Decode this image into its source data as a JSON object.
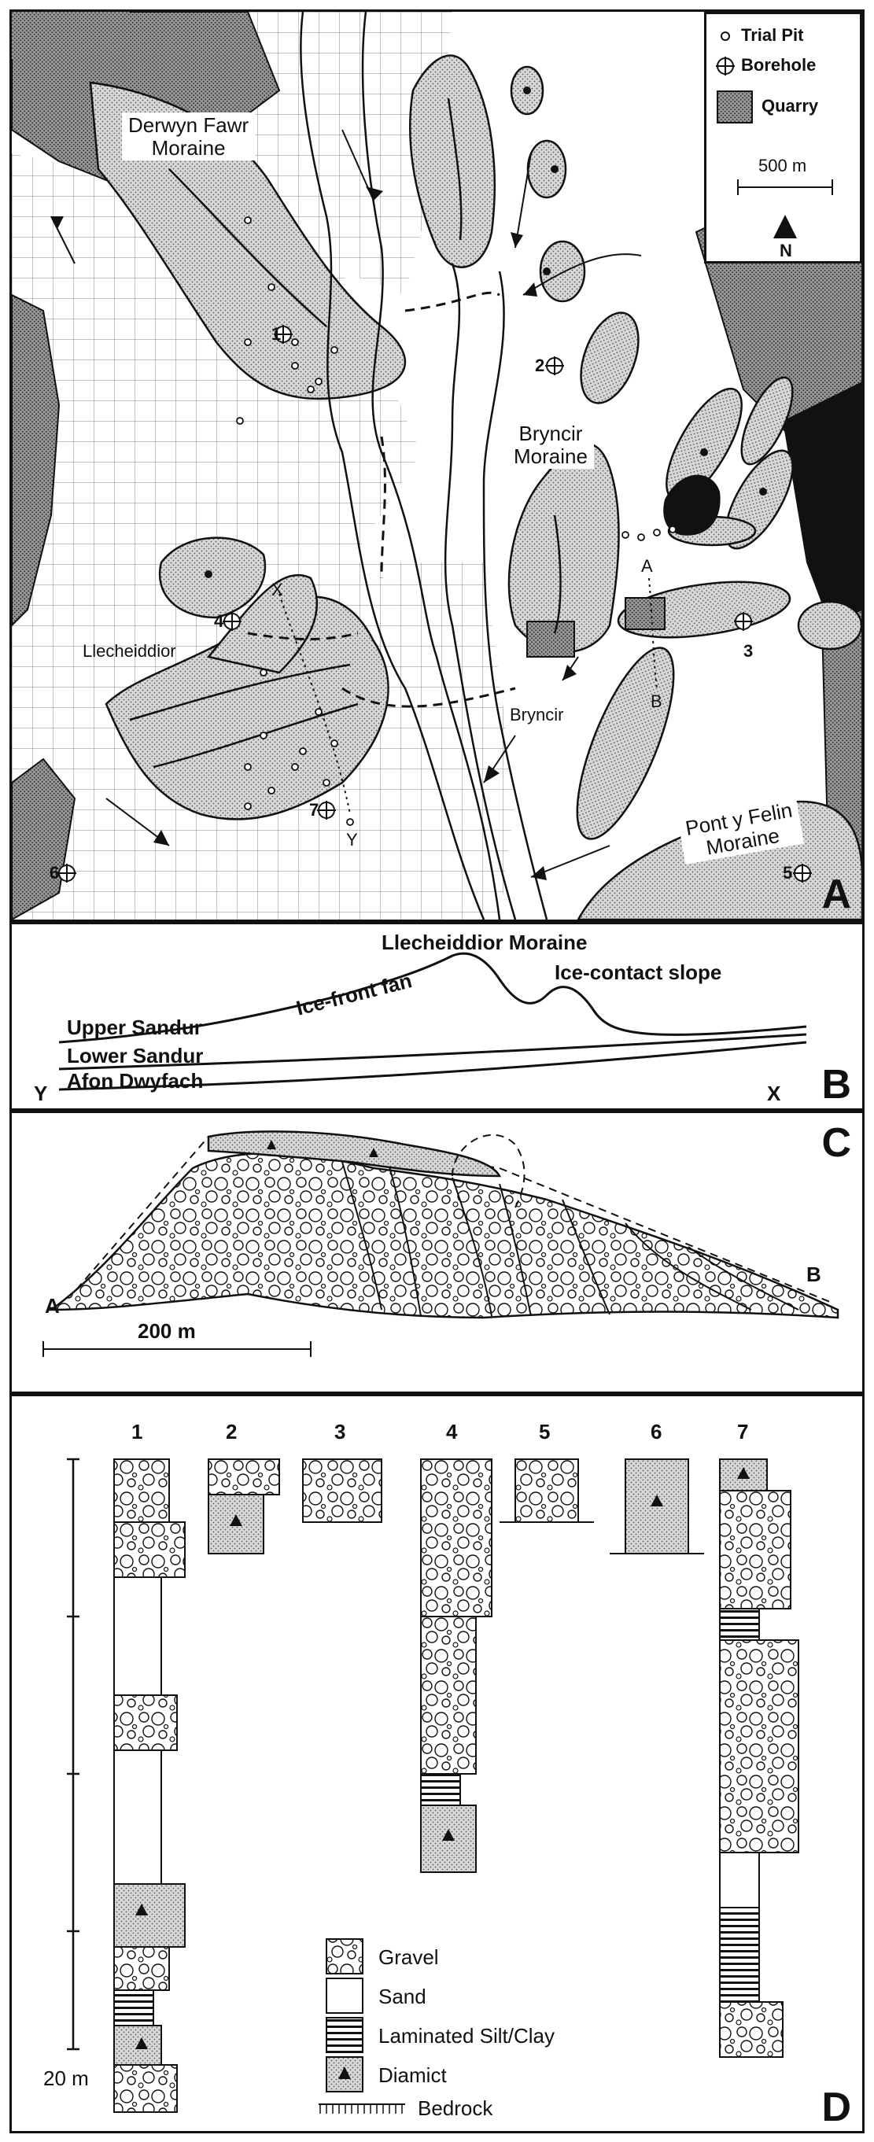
{
  "panel_a": {
    "letter": "A",
    "labels": {
      "derwyn": "Derwyn Fawr\nMoraine",
      "bryncir_moraine": "Bryncir\nMoraine",
      "llecheiddior": "Llecheiddior",
      "bryncir": "Bryncir",
      "pont": "Pont y Felin\nMoraine",
      "x": "X",
      "y": "Y",
      "a": "A",
      "b": "B"
    },
    "boreholes": [
      "1",
      "2",
      "3",
      "4",
      "5",
      "6",
      "7"
    ],
    "legend": {
      "trial_pit": "Trial Pit",
      "borehole": "Borehole",
      "quarry": "Quarry",
      "scale": "500 m",
      "north": "N"
    }
  },
  "panel_b": {
    "letter": "B",
    "title": "Llecheiddior Moraine",
    "ice_front_fan": "Ice-front fan",
    "ice_contact_slope": "Ice-contact slope",
    "upper_sandur": "Upper Sandur",
    "lower_sandur": "Lower Sandur",
    "afon": "Afon Dwyfach",
    "y": "Y",
    "x": "X"
  },
  "panel_c": {
    "letter": "C",
    "a": "A",
    "b": "B",
    "scale": "200 m"
  },
  "panel_d": {
    "letter": "D",
    "logs": [
      "1",
      "2",
      "3",
      "4",
      "5",
      "6",
      "7"
    ],
    "scale": "20 m",
    "legend": {
      "gravel": "Gravel",
      "sand": "Sand",
      "laminated": "Laminated Silt/Clay",
      "diamict": "Diamict",
      "bedrock": "Bedrock"
    }
  }
}
